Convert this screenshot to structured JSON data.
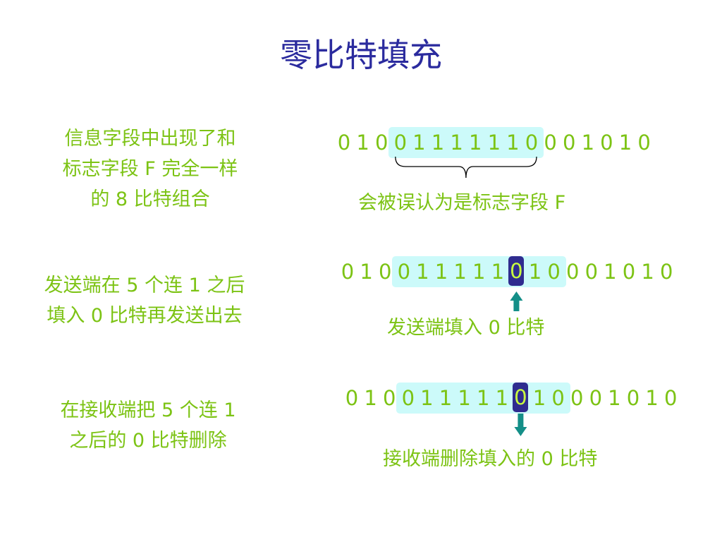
{
  "title": "零比特填充",
  "colors": {
    "title": "#2b2b9e",
    "text": "#7cc314",
    "highlight": "#ccfafa",
    "marker_bg": "#2f2c8f",
    "marker_text": "#c9ff3f",
    "arrow": "#148f88",
    "brace": "#000000"
  },
  "rows": [
    {
      "description": [
        "信息字段中出现了和",
        "标志字段 F 完全一样",
        "的 8 比特组合"
      ],
      "bits": [
        "0",
        "1",
        "0",
        "0",
        "1",
        "1",
        "1",
        "1",
        "1",
        "1",
        "0",
        "0",
        "0",
        "1",
        "0",
        "1",
        "0"
      ],
      "highlight_range": [
        3,
        10
      ],
      "marked_index": -1,
      "indicator": "brace-icon",
      "caption": "会被误认为是标志字段 F"
    },
    {
      "description": [
        "发送端在 5 个连 1 之后",
        "填入 0 比特再发送出去"
      ],
      "bits": [
        "0",
        "1",
        "0",
        "0",
        "1",
        "1",
        "1",
        "1",
        "1",
        "0",
        "1",
        "0",
        "0",
        "0",
        "1",
        "0",
        "1",
        "0"
      ],
      "highlight_range": [
        3,
        11
      ],
      "marked_index": 9,
      "indicator": "arrow-up-icon",
      "caption": "发送端填入 0 比特"
    },
    {
      "description": [
        "在接收端把 5 个连 1",
        "之后的 0 比特删除"
      ],
      "bits": [
        "0",
        "1",
        "0",
        "0",
        "1",
        "1",
        "1",
        "1",
        "1",
        "0",
        "1",
        "0",
        "0",
        "0",
        "1",
        "0",
        "1",
        "0"
      ],
      "highlight_range": [
        3,
        11
      ],
      "marked_index": 9,
      "indicator": "arrow-down-icon",
      "caption": "接收端删除填入的 0 比特"
    }
  ]
}
